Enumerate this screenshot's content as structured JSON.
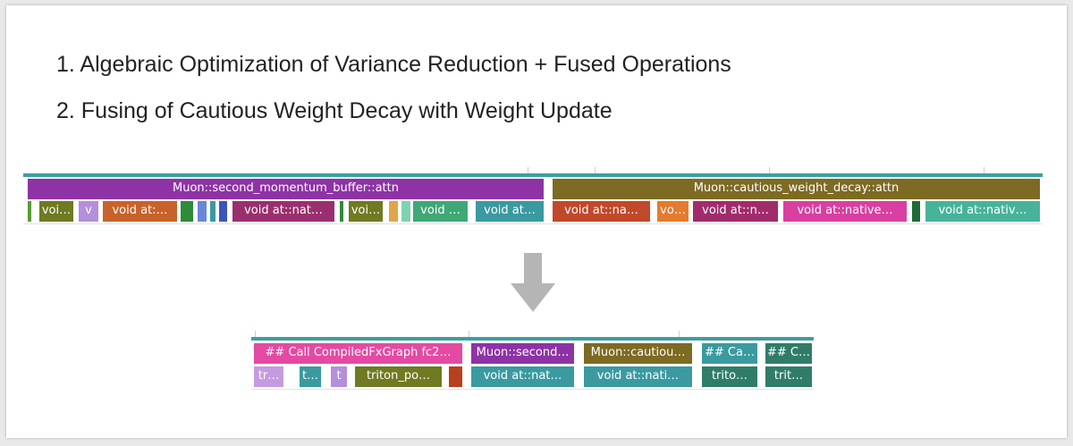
{
  "slide": {
    "bullets": [
      "1. Algebraic Optimization of Variance Reduction + Fused Operations",
      "2. Fusing of Cautious Weight Decay with Weight Update"
    ]
  },
  "before_trace": {
    "headers": [
      {
        "label": "Muon::second_momentum_buffer::attn",
        "color": "#8e33a6"
      },
      {
        "label": "Muon::cautious_weight_decay::attn",
        "color": "#7d6a23"
      }
    ],
    "blocks": [
      {
        "label": "voi…",
        "color": "#6f7a22"
      },
      {
        "label": "v",
        "color": "#b48fdc"
      },
      {
        "label": "void at:…",
        "color": "#c8622b"
      },
      {
        "label": "void at::nat…",
        "color": "#9a2f6f"
      },
      {
        "label": "voi…",
        "color": "#6f7a22"
      },
      {
        "label": "void …",
        "color": "#3fa875"
      },
      {
        "label": "void at…",
        "color": "#3a9aa0"
      },
      {
        "label": "void at::na…",
        "color": "#c2482a"
      },
      {
        "label": "vo…",
        "color": "#e47b2e"
      },
      {
        "label": "void at::n…",
        "color": "#a12c6b"
      },
      {
        "label": "void at::native…",
        "color": "#d93fa0"
      },
      {
        "label": "void at::nativ…",
        "color": "#47b39a"
      }
    ]
  },
  "after_trace": {
    "headers": [
      {
        "label": "## Call CompiledFxGraph fc2…",
        "color": "#e44aa3"
      },
      {
        "label": "Muon::second…",
        "color": "#8e33a6"
      },
      {
        "label": "Muon::cautiou…",
        "color": "#7d6a23"
      },
      {
        "label": "## Ca…",
        "color": "#3a9aa0"
      },
      {
        "label": "## C…",
        "color": "#2f7d69"
      }
    ],
    "blocks": [
      {
        "label": "tr…",
        "color": "#c59be0"
      },
      {
        "label": "t…",
        "color": "#3a9aa0"
      },
      {
        "label": "t",
        "color": "#b48fdc"
      },
      {
        "label": "triton_po…",
        "color": "#6f7a22"
      },
      {
        "label": "void at::nat…",
        "color": "#3a9aa0"
      },
      {
        "label": "void at::nati…",
        "color": "#3a9aa0"
      },
      {
        "label": "trito…",
        "color": "#2f7d69"
      },
      {
        "label": "trit…",
        "color": "#2f7d69"
      }
    ]
  },
  "arrow": {
    "color": "#b5b5b5",
    "icon": "down-arrow-icon"
  }
}
